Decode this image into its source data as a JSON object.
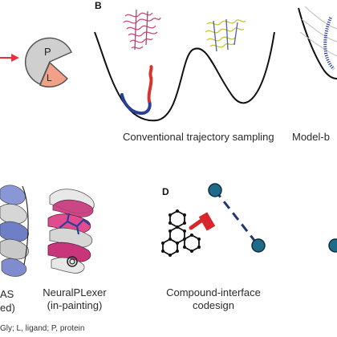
{
  "panels": {
    "b": {
      "letter": "B",
      "caption": "Conventional trajectory sampling",
      "next_caption": "Model-b"
    },
    "a": {
      "pie_p": "P",
      "pie_l": "L",
      "caption_left_line1": "AS",
      "caption_left_line2": "ed)",
      "caption_mid_line1": "NeuralPLexer",
      "caption_mid_line2": "(in-painting)",
      "footnote": "Gly; L, ligand; P, protein"
    },
    "d": {
      "letter": "D",
      "caption_line1": "Compound-interface",
      "caption_line2": "codesign"
    }
  },
  "colors": {
    "arrow_red": "#e8323c",
    "pie_gray": "#cfcfcf",
    "pie_salmon": "#f2a189",
    "trajectory_blue": "#2a3e9c",
    "trajectory_red": "#d8342c",
    "node_teal": "#1d6a8a",
    "link_navy": "#23376e",
    "ribbon_blue": "#6f7fc7",
    "ribbon_magenta": "#c8357a"
  }
}
